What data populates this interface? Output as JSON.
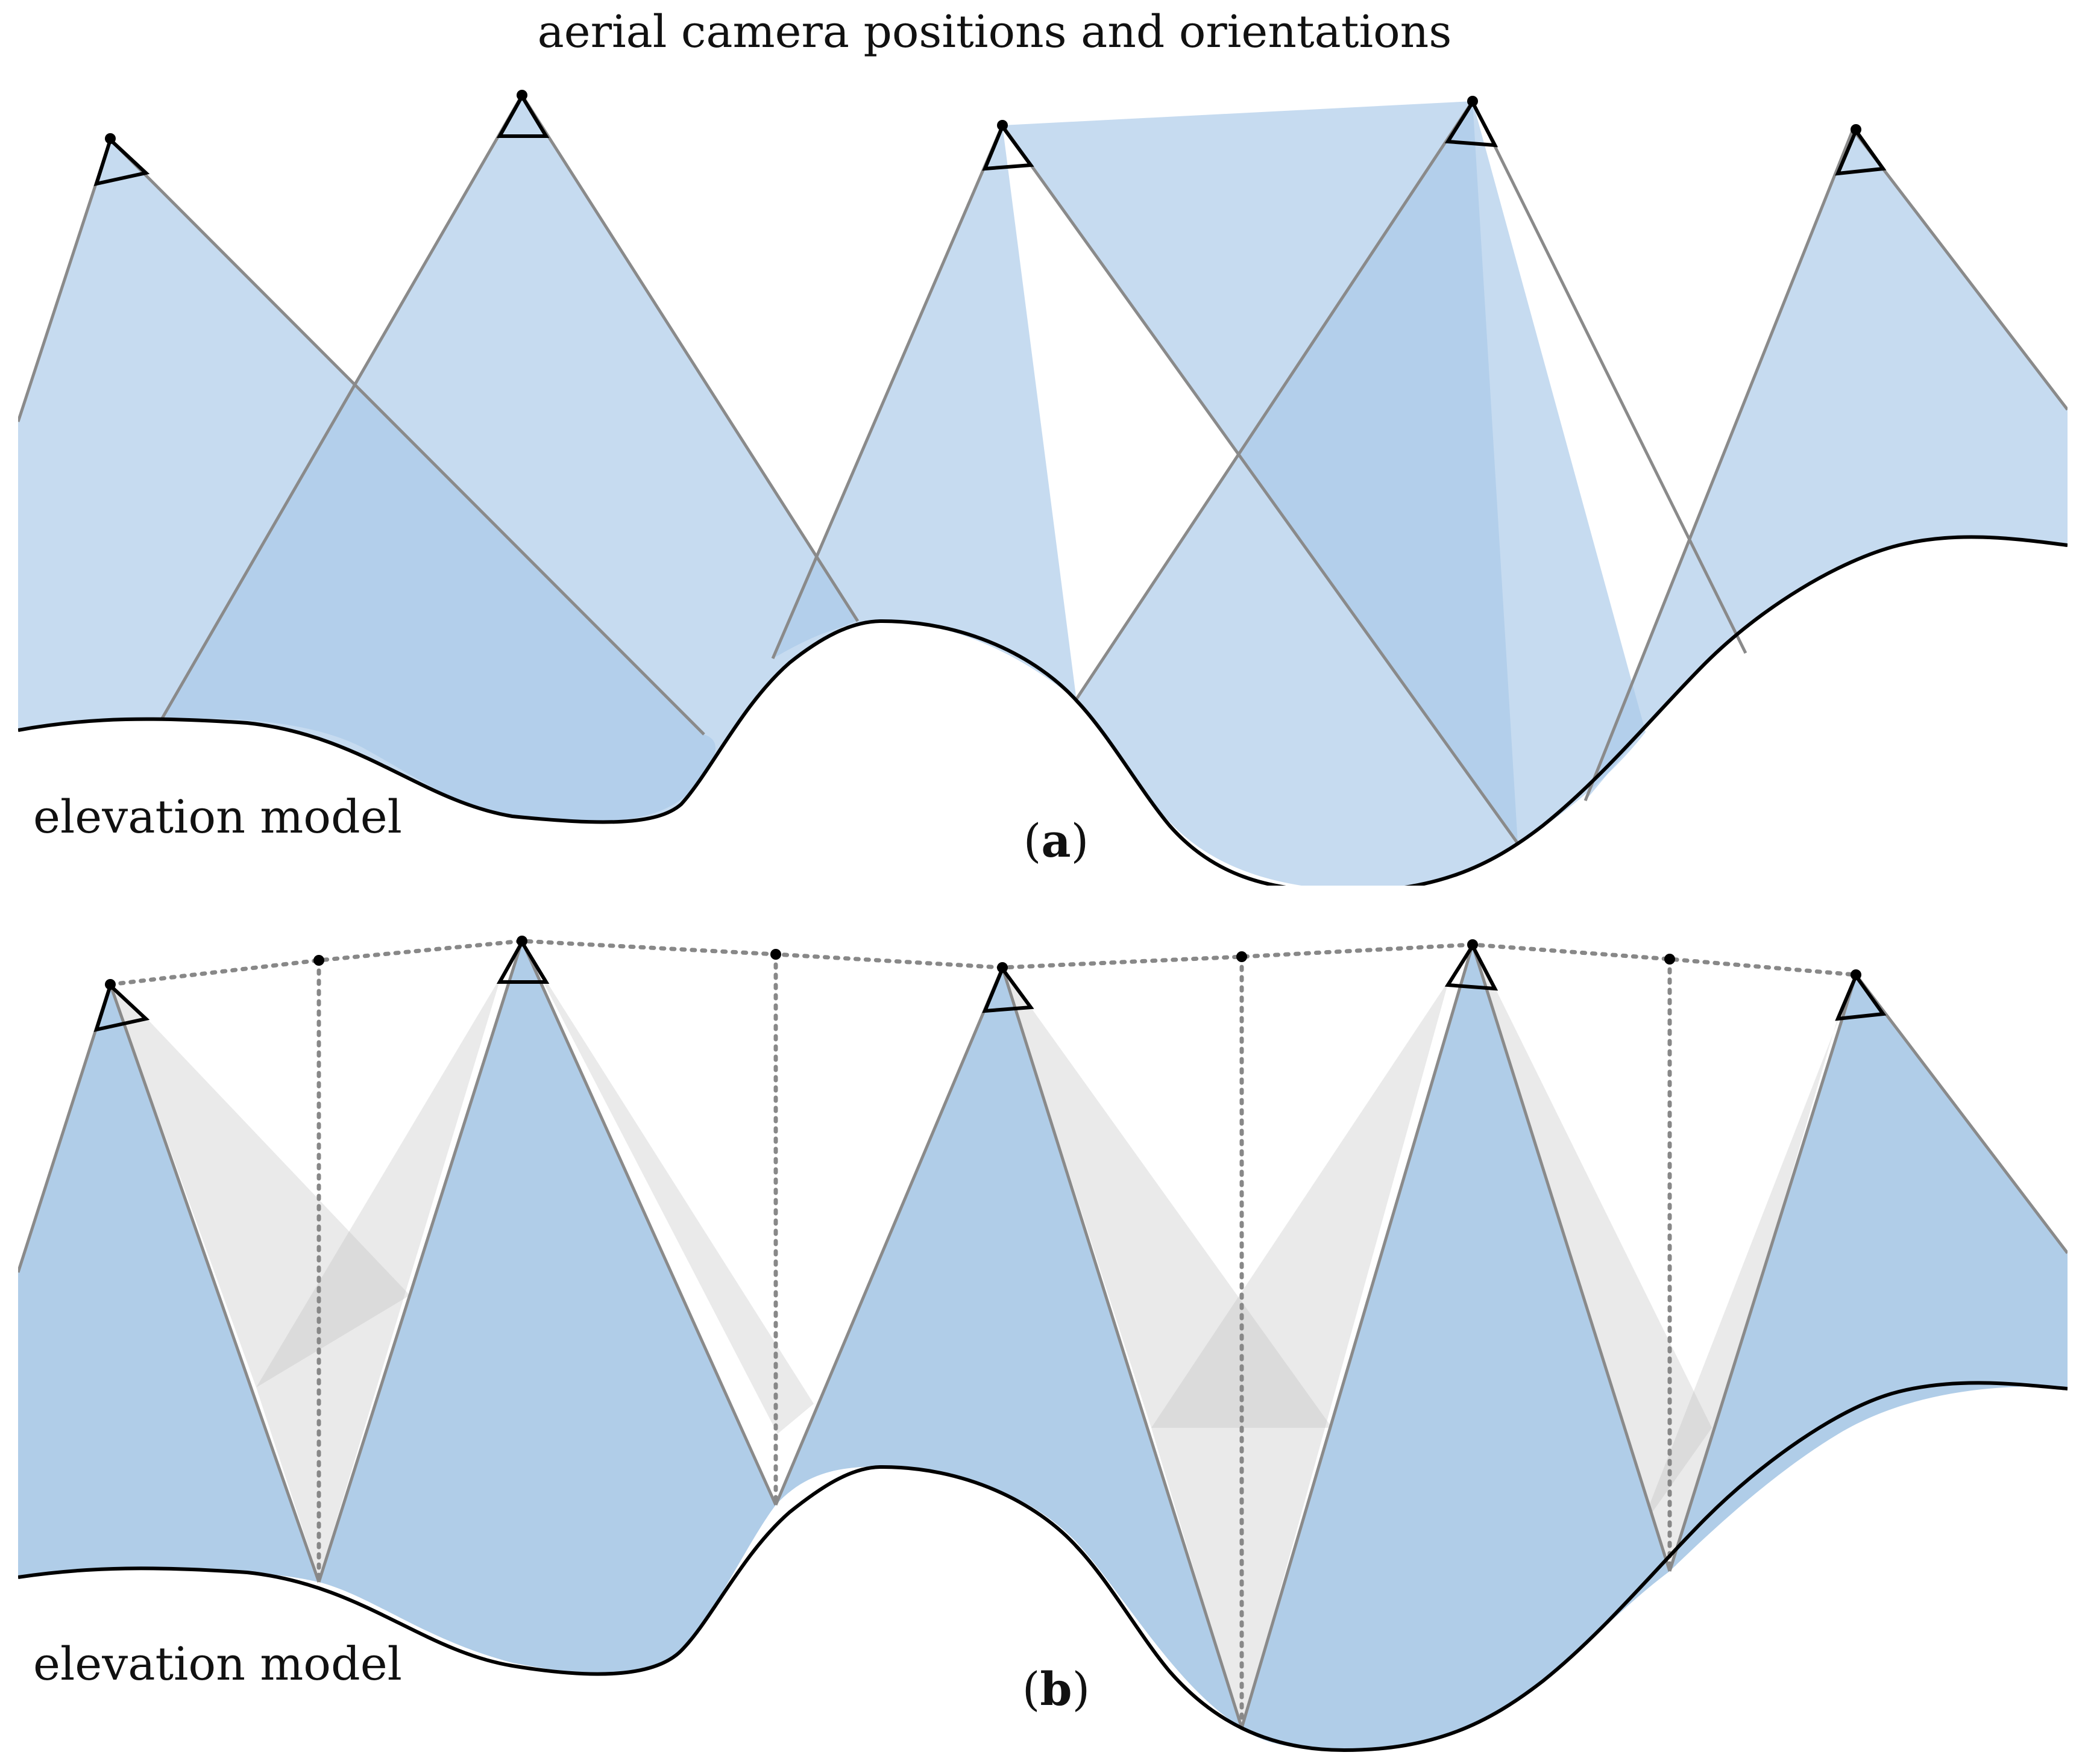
{
  "title": "aerial camera positions and orientations",
  "panels": [
    {
      "id": "a",
      "label_letter": "a",
      "terrain_label": "elevation model"
    },
    {
      "id": "b",
      "label_letter": "b",
      "terrain_label": "elevation model"
    }
  ],
  "colors": {
    "frustum_fill": "#a9c8e8",
    "overlap_fill": "#8fb6e0",
    "gray_frustum": "#d9d9d9",
    "terrain_line": "#000000",
    "ray_line": "#8a8a8a"
  }
}
